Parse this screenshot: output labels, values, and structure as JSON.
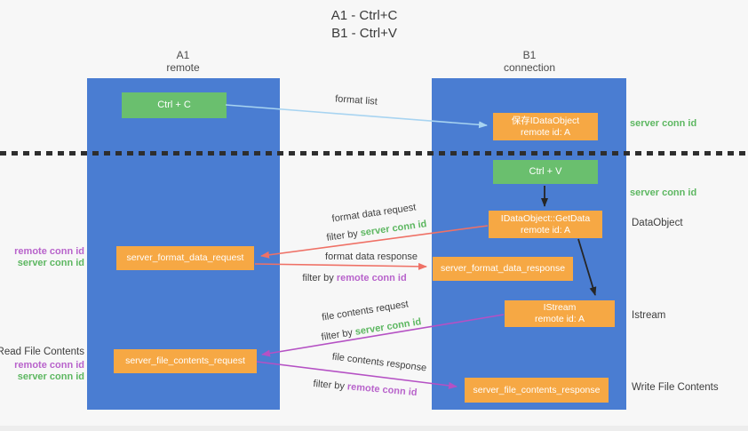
{
  "title": {
    "line1": "A1 - Ctrl+C",
    "line2": "B1 - Ctrl+V"
  },
  "columns": {
    "a1": {
      "name": "A1",
      "subtitle": "remote"
    },
    "b1": {
      "name": "B1",
      "subtitle": "connection"
    }
  },
  "nodes": {
    "ctrl_c": {
      "label": "Ctrl + C"
    },
    "ctrl_v": {
      "label": "Ctrl + V"
    },
    "save_idataobject": {
      "line1": "保存IDataObject",
      "line2": "remote id: A"
    },
    "getdata": {
      "line1": "IDataObject::GetData",
      "line2": "remote id: A"
    },
    "istream": {
      "line1": "IStream",
      "line2": "remote id: A"
    },
    "format_request": {
      "label": "server_format_data_request"
    },
    "format_response": {
      "label": "server_format_data_response"
    },
    "file_request": {
      "label": "server_file_contents_request"
    },
    "file_response": {
      "label": "server_file_contents_response"
    }
  },
  "arrows": {
    "format_list": {
      "label": "format list"
    },
    "format_data_request": {
      "label": "format data request",
      "filter_prefix": "filter by ",
      "filter_key": "server conn id"
    },
    "format_data_response": {
      "label": "format data response",
      "filter_prefix": "filter by ",
      "filter_key": "remote conn id"
    },
    "file_contents_request": {
      "label": "file contents request",
      "filter_prefix": "filter by ",
      "filter_key": "server conn id"
    },
    "file_contents_response": {
      "label": "file contents response",
      "filter_prefix": "filter by ",
      "filter_key": "remote conn id"
    }
  },
  "side_labels": {
    "right_server_conn_id_top": "server conn id",
    "right_server_conn_id_mid": "server conn id",
    "right_dataobject": "DataObject",
    "right_istream": "Istream",
    "right_write_file_contents": "Write File Contents",
    "left_remote_conn_id_top": "remote conn id",
    "left_server_conn_id_top": "server conn id",
    "left_read_file_contents": "Read File Contents",
    "left_remote_conn_id_bottom": "remote conn id",
    "left_server_conn_id_bottom": "server conn id"
  },
  "colors": {
    "column_blue": "#4a7dd2",
    "node_green": "#6abf6e",
    "node_orange": "#f6a844",
    "label_green": "#5db761",
    "label_purple": "#b863cb",
    "arrow_red": "#ef7166",
    "arrow_magenta": "#b551c4",
    "arrow_light_blue": "#a8d4f1",
    "arrow_black": "#262626",
    "dotted_line": "#2e2e2e"
  }
}
